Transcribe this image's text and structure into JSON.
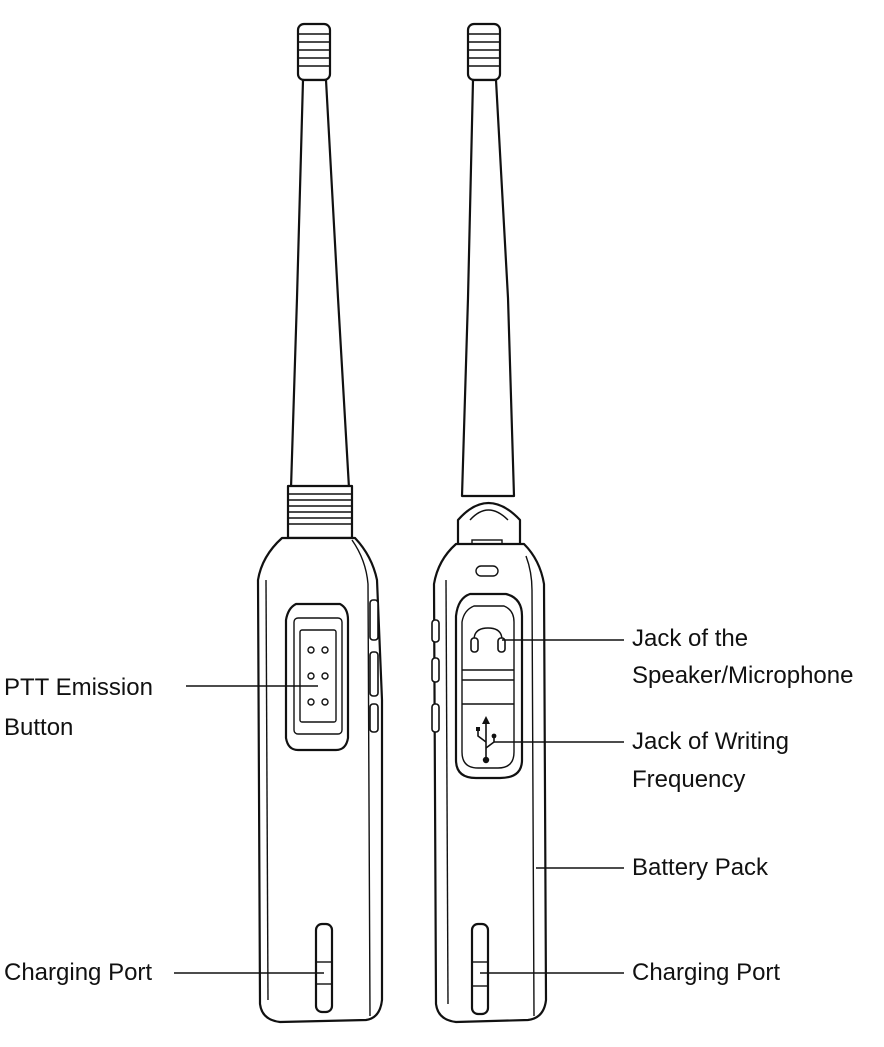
{
  "labels": {
    "ptt_line1": "PTT Emission",
    "ptt_line2": "Button",
    "charging_port_left": "Charging Port",
    "speaker_jack_line1": "Jack of the",
    "speaker_jack_line2": "Speaker/Microphone",
    "writing_jack_line1": "Jack of Writing",
    "writing_jack_line2": "Frequency",
    "battery_pack": "Battery Pack",
    "charging_port_right": "Charging Port"
  },
  "colors": {
    "line": "#111111",
    "background": "#ffffff"
  },
  "icons": [
    "usb-icon",
    "headset-jack-icon"
  ]
}
